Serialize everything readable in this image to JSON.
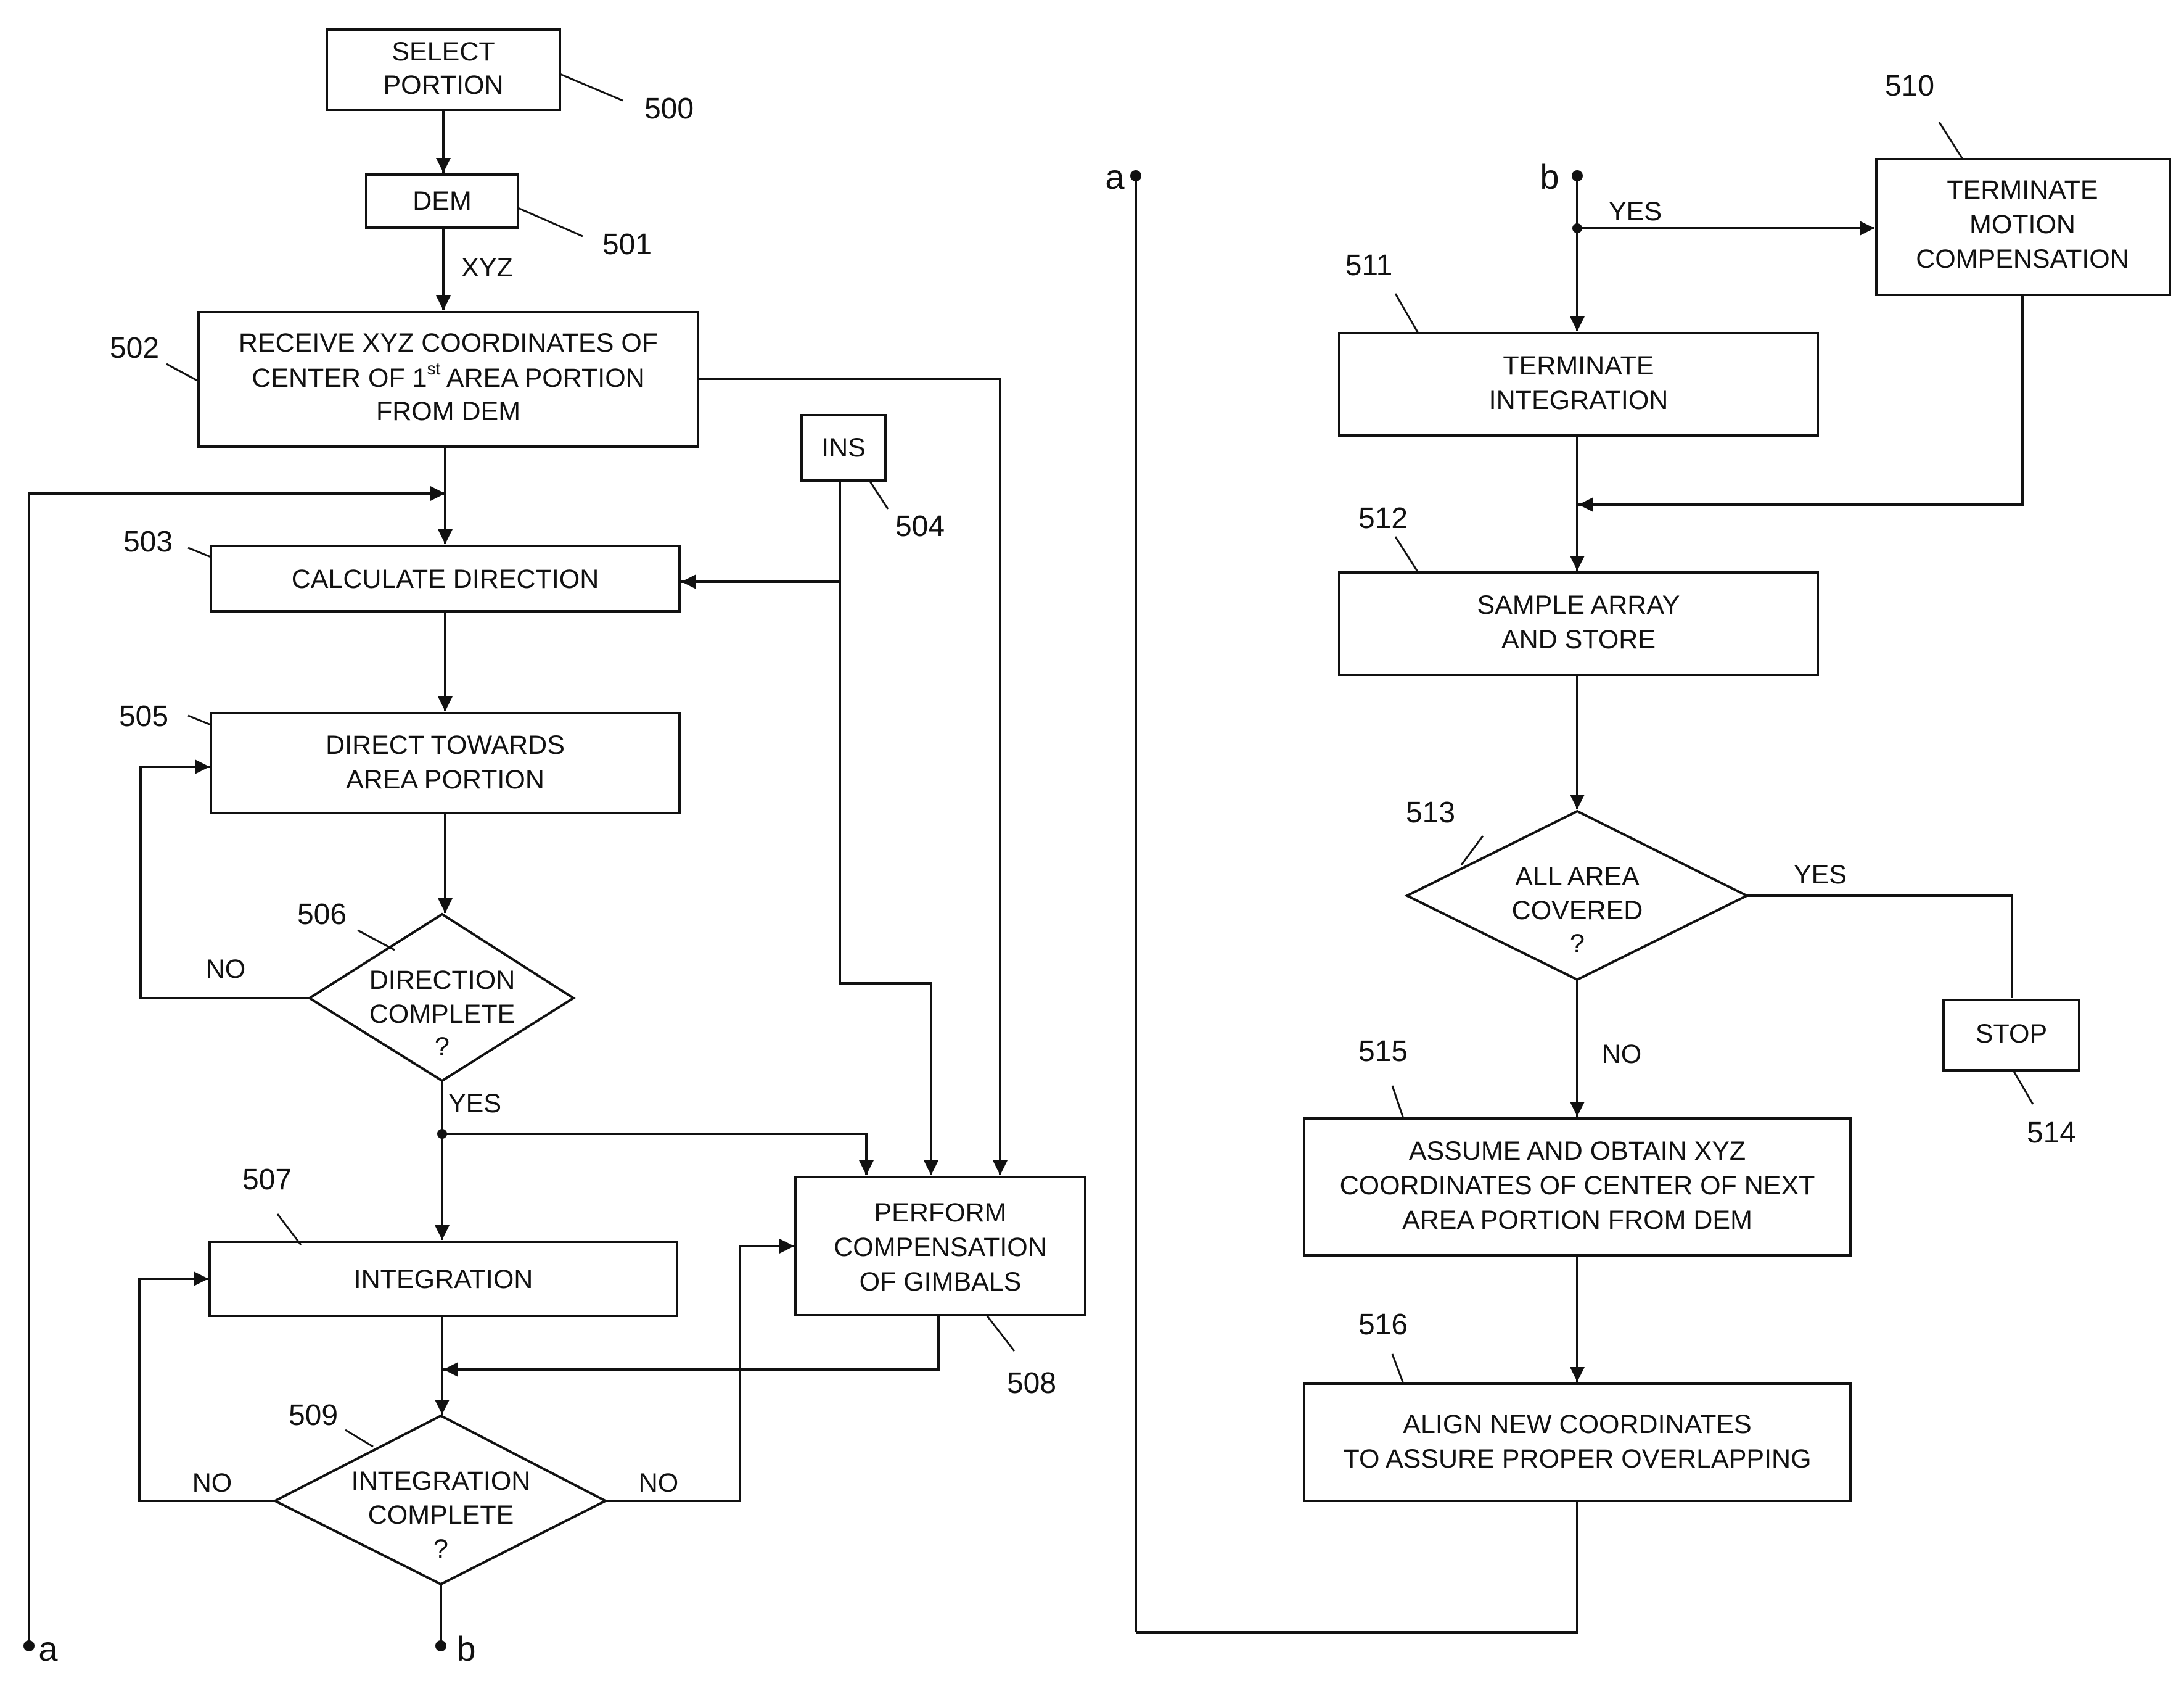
{
  "nodes": {
    "n500": {
      "lines": [
        "SELECT",
        "PORTION"
      ],
      "ref": "500"
    },
    "n501": {
      "lines": [
        "DEM"
      ],
      "ref": "501"
    },
    "n502": {
      "line1": "RECEIVE XYZ  COORDINATES OF",
      "line2_pre": "CENTER OF 1",
      "line2_sup": "st",
      "line2_post": " AREA PORTION",
      "line3": "FROM DEM",
      "ref": "502"
    },
    "n503": {
      "lines": [
        "CALCULATE DIRECTION"
      ],
      "ref": "503"
    },
    "n504": {
      "lines": [
        "INS"
      ],
      "ref": "504"
    },
    "n505": {
      "lines": [
        "DIRECT TOWARDS",
        "AREA PORTION"
      ],
      "ref": "505"
    },
    "n506": {
      "lines": [
        "DIRECTION",
        "COMPLETE",
        "?"
      ],
      "ref": "506"
    },
    "n507": {
      "lines": [
        "INTEGRATION"
      ],
      "ref": "507"
    },
    "n508": {
      "lines": [
        "PERFORM",
        "COMPENSATION",
        "OF GIMBALS"
      ],
      "ref": "508"
    },
    "n509": {
      "lines": [
        "INTEGRATION",
        "COMPLETE",
        "?"
      ],
      "ref": "509"
    },
    "n510": {
      "lines": [
        "TERMINATE",
        "MOTION",
        "COMPENSATION"
      ],
      "ref": "510"
    },
    "n511": {
      "lines": [
        "TERMINATE",
        "INTEGRATION"
      ],
      "ref": "511"
    },
    "n512": {
      "lines": [
        "SAMPLE ARRAY",
        "AND STORE"
      ],
      "ref": "512"
    },
    "n513": {
      "lines": [
        "ALL AREA",
        "COVERED",
        "?"
      ],
      "ref": "513"
    },
    "n514": {
      "lines": [
        "STOP"
      ],
      "ref": "514"
    },
    "n515": {
      "lines": [
        "ASSUME AND OBTAIN XYZ",
        "COORDINATES OF CENTER OF NEXT",
        "AREA PORTION FROM DEM"
      ],
      "ref": "515"
    },
    "n516": {
      "lines": [
        "ALIGN NEW COORDINATES",
        "TO ASSURE PROPER OVERLAPPING"
      ],
      "ref": "516"
    }
  },
  "edge_labels": {
    "xyz": "XYZ",
    "no_506": "NO",
    "yes_506": "YES",
    "no_509_left": "NO",
    "no_509_right": "NO",
    "yes_b": "YES",
    "yes_513": "YES",
    "no_513": "NO"
  },
  "connectors": {
    "a_bottom": "a",
    "b_bottom": "b",
    "a_top": "a",
    "b_top": "b"
  }
}
